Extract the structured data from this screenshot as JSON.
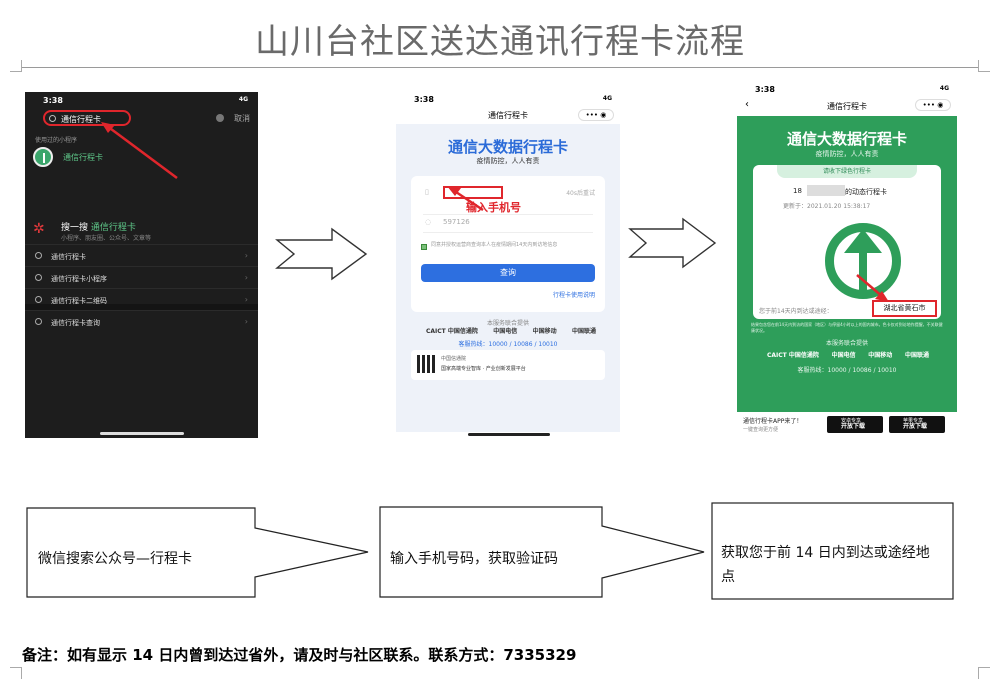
{
  "title": "山川台社区送达通讯行程卡流程",
  "phone1": {
    "time": "3:38",
    "signal": "4G",
    "search_text": "通信行程卡",
    "cancel": "取消",
    "used_label": "使用过的小程序",
    "mini_program": "通信行程卡",
    "sousou_label": "搜一搜",
    "sousou_keyword": "通信行程卡",
    "sousou_sub": "小程序、朋友圈、公众号、文章等",
    "suggestions": [
      "通信行程卡",
      "通信行程卡小程序",
      "通信行程卡二维码",
      "通信行程卡查询"
    ]
  },
  "phone2": {
    "time": "3:38",
    "signal": "4G",
    "nav_title": "通信行程卡",
    "big_title": "通信大数据行程卡",
    "slogan": "疫情防控，人人有责",
    "code_button": "40s后重试",
    "hint": "输入手机号",
    "captcha": "597126",
    "agreement": "同意并授权运营商查询本人在疫情期间14天内到访地信息",
    "query_button": "查询",
    "faq": "行程卡使用说明",
    "provider": "本服务联合提供",
    "logos": [
      "CAICT 中国信通院",
      "中国电信",
      "中国移动",
      "中国联通"
    ],
    "hotline": "客服热线：10000 / 10086 / 10010",
    "ad_line1": "中国信通院",
    "ad_line2": "国家高端专业智库 · 产业创新发展平台"
  },
  "phone3": {
    "time": "3:38",
    "signal": "4G",
    "nav_title": "通信行程卡",
    "big_title": "通信大数据行程卡",
    "slogan": "疫情防控，人人有责",
    "tag": "请收下绿色行程卡",
    "number_prefix": "18",
    "dynamic": "的动态行程卡",
    "updated": "更新于：2021.01.20 15:38:17",
    "via_label": "您于前14天内到达或途经：",
    "region": "湖北省黄石市",
    "note": "结果包含您在前14天内到访的国家（地区）与停留4小时以上的国内城市。色卡仅对到访地作提醒，不关联健康状况。",
    "provider": "本服务联合提供",
    "logos": [
      "CAICT 中国信通院",
      "中国电信",
      "中国移动",
      "中国联通"
    ],
    "hotline": "客服热线：10000 / 10086 / 10010",
    "footer_title": "通信行程卡APP来了！",
    "footer_sub": "一键查询更方便",
    "android_top": "安卓专享",
    "android": "开放下载",
    "ios_top": "苹果专享",
    "ios": "开放下载"
  },
  "steps": [
    "微信搜索公众号—行程卡",
    "输入手机号码，获取验证码",
    "获取您于前 14 日内到达或途经地点"
  ],
  "remark": "备注：如有显示 14 日内曾到达过省外，请及时与社区联系。联系方式：7335329",
  "colors": {
    "title_gray": "#6a6a6a",
    "highlight_red": "#e0262c",
    "card_blue": "#2d6fe0",
    "card_green": "#2e9e5a"
  }
}
